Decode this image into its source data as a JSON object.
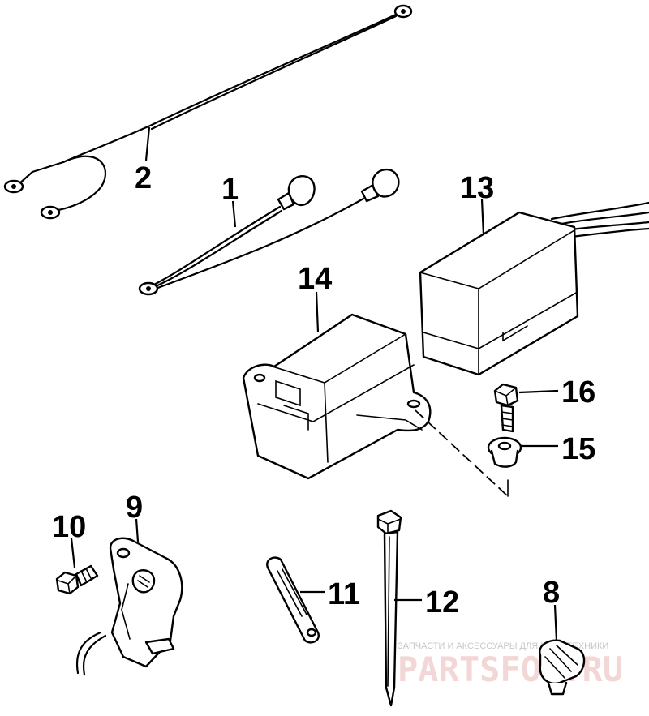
{
  "callouts": {
    "c1": "1",
    "c2": "2",
    "c8": "8",
    "c9": "9",
    "c10": "10",
    "c11": "11",
    "c12": "12",
    "c13": "13",
    "c14": "14",
    "c15": "15",
    "c16": "16"
  },
  "watermark": {
    "caption": "ЗАПЧАСТИ И АКСЕССУАРЫ ДЛЯ МОТОТЕХНИКИ",
    "logo": "PARTSFOR.RU"
  },
  "colors": {
    "line": "#000000",
    "background": "#ffffff",
    "watermark_logo": "#f3d6d6",
    "watermark_caption": "#c8c8c8"
  }
}
